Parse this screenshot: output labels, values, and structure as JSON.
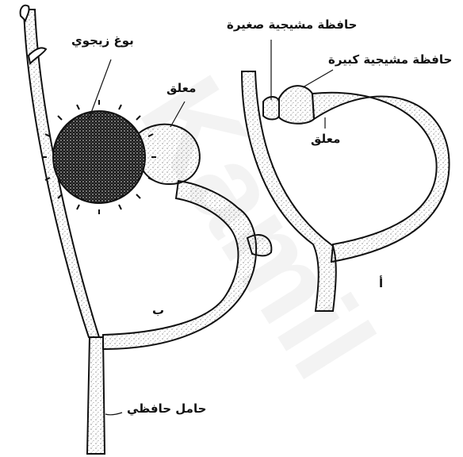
{
  "labels": {
    "zygospore": "بوغ زيجوي",
    "suspensor_b": "معلق",
    "small_gametangium": "حافظة مشيجية صغيرة",
    "large_gametangium": "حافظة مشيجية كبيرة",
    "suspensor_a": "معلق",
    "panel_a": "أ",
    "panel_b": "ب",
    "gametangiophore": "حامل حافظي"
  },
  "colors": {
    "ink": "#111111",
    "stipple": "#555555",
    "paper": "#ffffff"
  }
}
